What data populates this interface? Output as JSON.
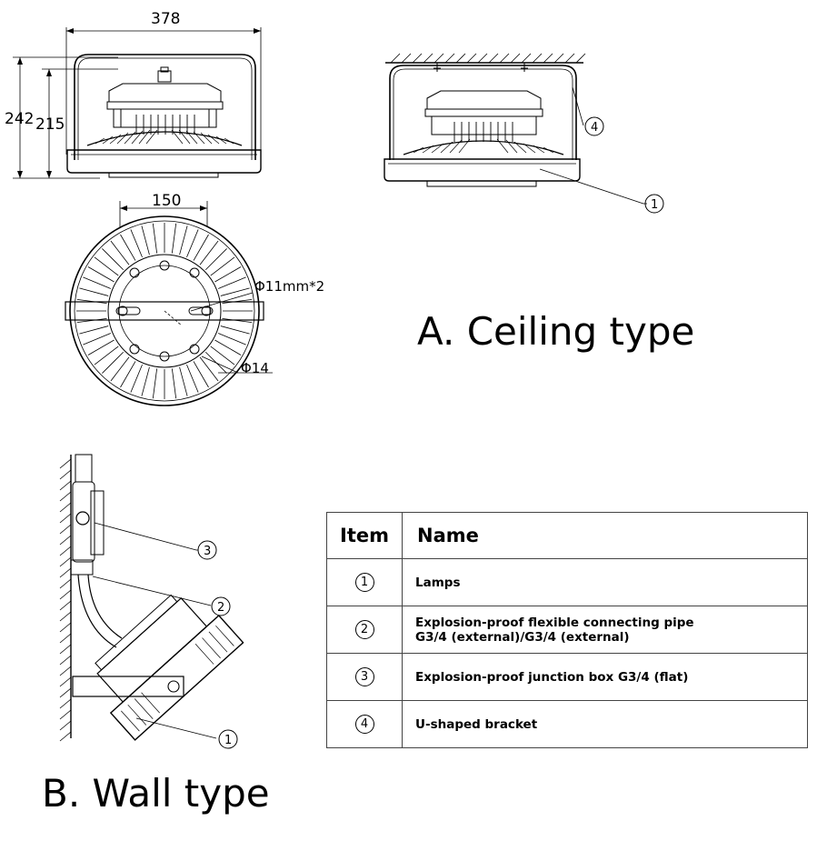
{
  "dimensions": {
    "width_total": "378",
    "height_total": "242",
    "height_body": "215",
    "width_mount": "150",
    "hole_note": "Φ11mm*2",
    "pipe_dia": "Φ14"
  },
  "callouts": {
    "c1": "1",
    "c2": "2",
    "c3": "3",
    "c4": "4"
  },
  "titles": {
    "ceiling": "A. Ceiling type",
    "wall": "B. Wall type"
  },
  "table": {
    "header_item": "Item",
    "header_name": "Name",
    "rows": [
      {
        "num": "1",
        "name": "Lamps",
        "name2": ""
      },
      {
        "num": "2",
        "name": "Explosion-proof flexible connecting pipe",
        "name2": "G3/4 (external)/G3/4 (external)"
      },
      {
        "num": "3",
        "name": "Explosion-proof junction box G3/4 (flat)",
        "name2": ""
      },
      {
        "num": "4",
        "name": "U-shaped bracket",
        "name2": ""
      }
    ]
  }
}
